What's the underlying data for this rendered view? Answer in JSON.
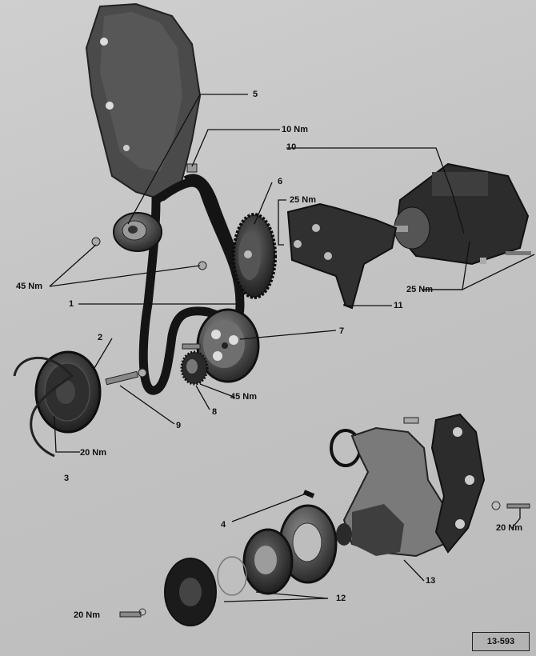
{
  "figure_number": "13-593",
  "callouts": {
    "c1": "1",
    "c2": "2",
    "c3": "3",
    "c4": "4",
    "c5": "5",
    "c6": "6",
    "c7": "7",
    "c8": "8",
    "c9": "9",
    "c10": "10",
    "c11": "11",
    "c12": "12",
    "c13": "13"
  },
  "torques": {
    "t10nm": "10 Nm",
    "t25nm_a": "25 Nm",
    "t25nm_b": "25 Nm",
    "t45nm_a": "45 Nm",
    "t45nm_b": "45 Nm",
    "t20nm_a": "20 Nm",
    "t20nm_b": "20 Nm",
    "t20nm_c": "20 Nm"
  }
}
